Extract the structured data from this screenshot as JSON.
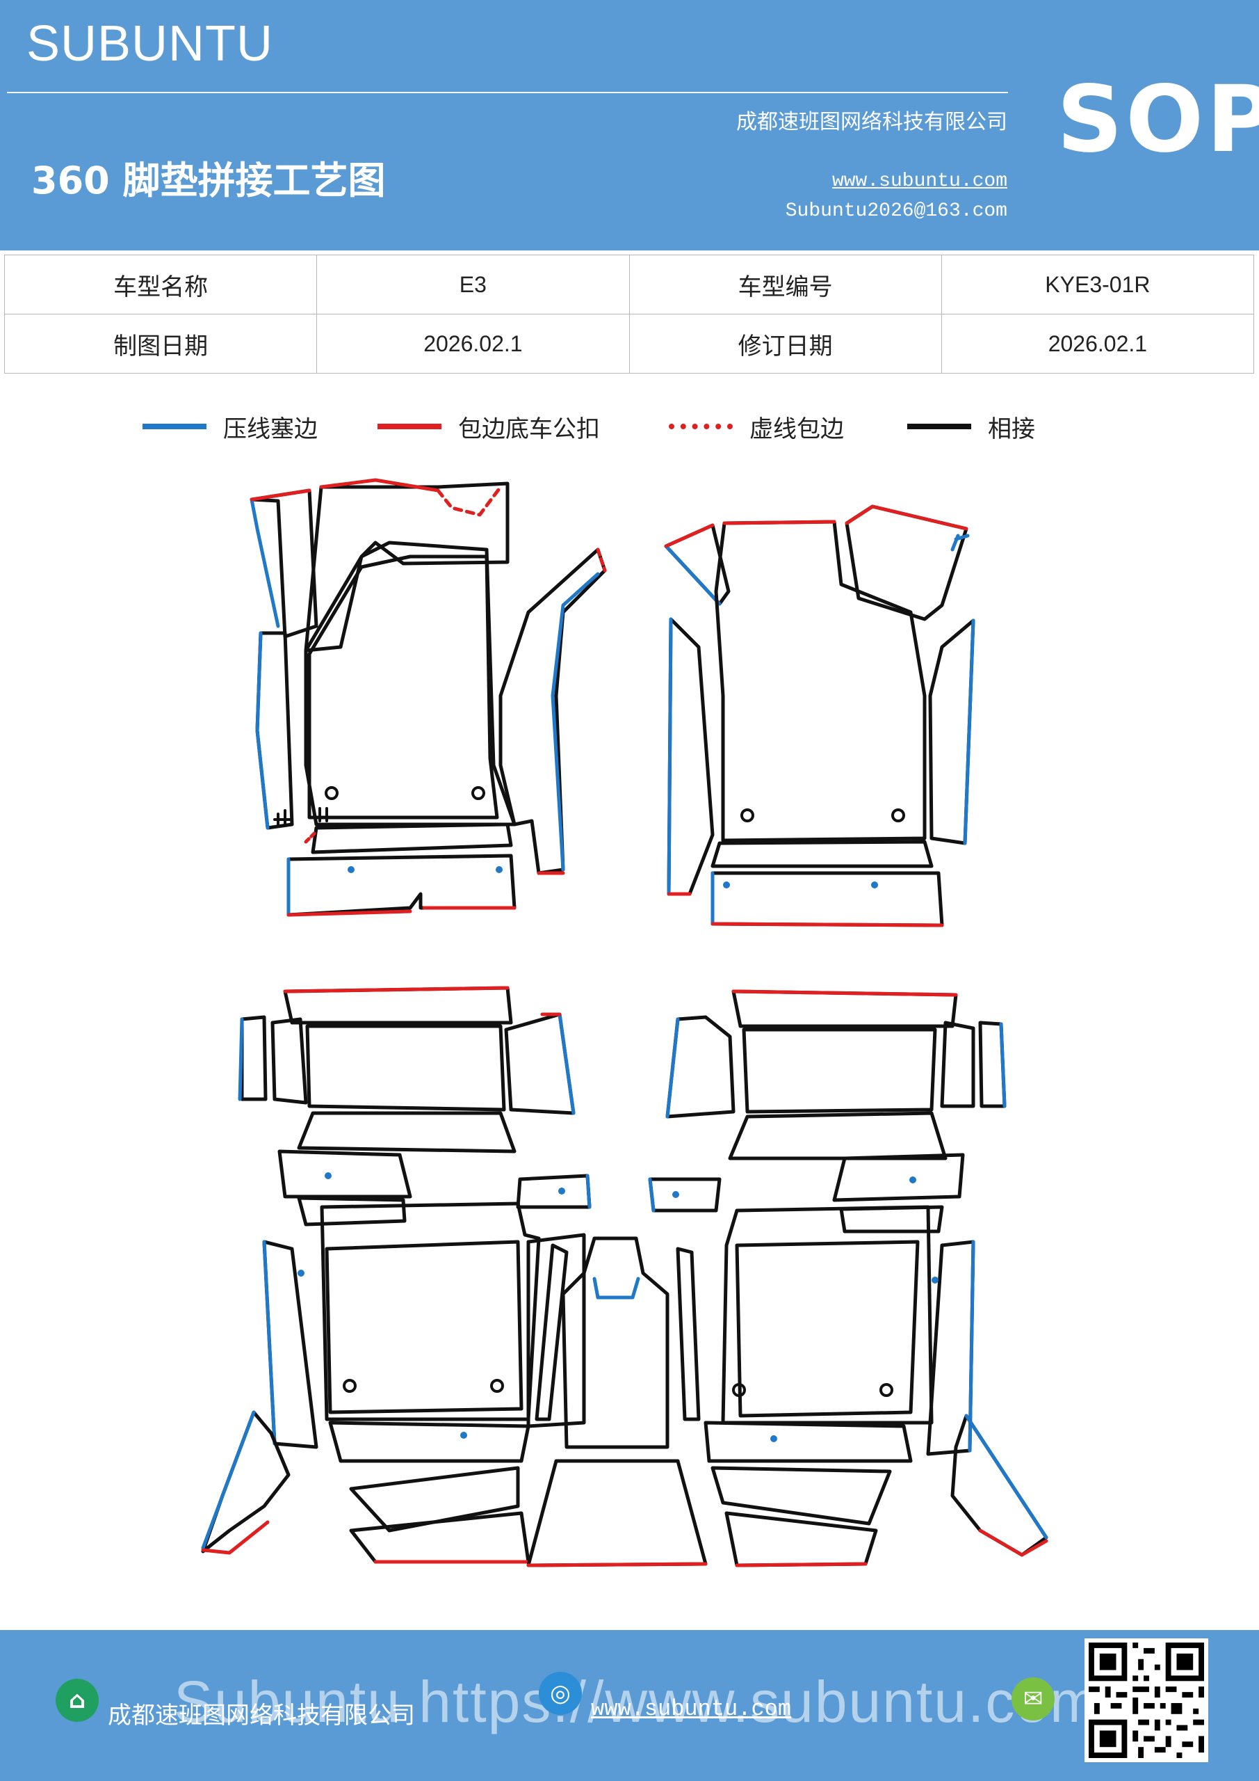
{
  "header": {
    "brand": "SUBUNTU",
    "title": "360 脚垫拼接工艺图",
    "company": "成都速班图网络科技有限公司",
    "website": "www.subuntu.com",
    "email": "Subuntu2026@163.com",
    "badge": "SOP"
  },
  "info_table": {
    "row1": {
      "label1": "车型名称",
      "value1": "E3",
      "label2": "车型编号",
      "value2": "KYE3-01R"
    },
    "row2": {
      "label1": "制图日期",
      "value1": "2026.02.1",
      "label2": "修订日期",
      "value2": "2026.02.1"
    }
  },
  "legend": [
    {
      "label": "压线塞边",
      "color": "#1f78c8",
      "style": "solid"
    },
    {
      "label": "包边底车公扣",
      "color": "#e02020",
      "style": "solid"
    },
    {
      "label": "虚线包边",
      "color": "#e02020",
      "style": "dotted"
    },
    {
      "label": "相接",
      "color": "#111111",
      "style": "solid"
    }
  ],
  "footer": {
    "company": "成都速班图网络科技有限公司",
    "website": "www.subuntu.com",
    "watermark": "Subuntu https://www.subuntu.com"
  },
  "colors": {
    "header_bg": "#5b9bd5",
    "press_line": "#1f78c8",
    "edge_red": "#e02020",
    "seam": "#111111"
  }
}
